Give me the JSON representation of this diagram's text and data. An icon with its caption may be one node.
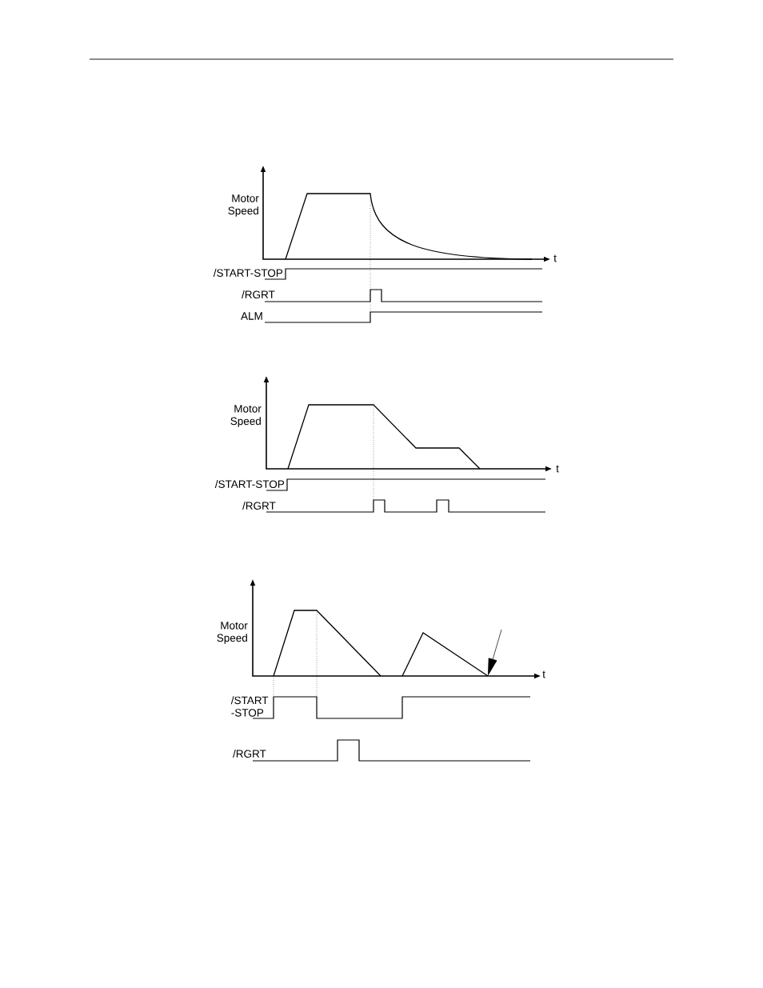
{
  "diagram": {
    "labels": [
      "Motor Speed",
      "t",
      "/START-STOP",
      "/RGRT",
      "ALM",
      "Motor Speed",
      "t",
      "/START-STOP",
      "/RGRT",
      "Motor Speed",
      "t",
      "/START -STOP",
      "/RGRT"
    ]
  }
}
